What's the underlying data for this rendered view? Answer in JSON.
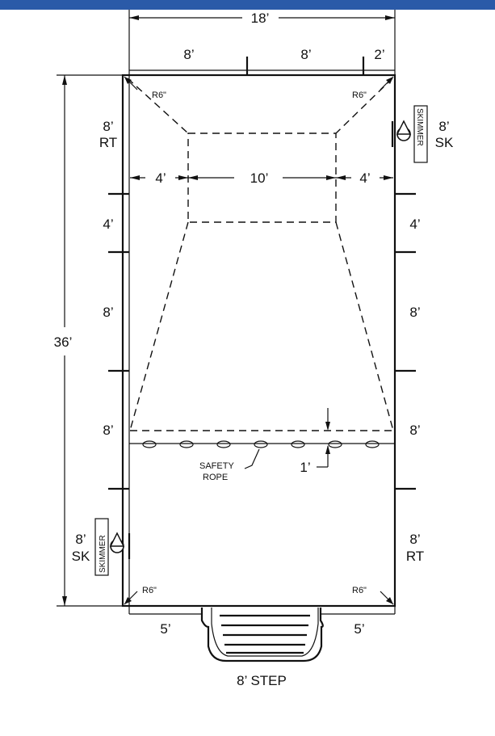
{
  "colors": {
    "header_bar": "#2a5aa8",
    "line": "#111111"
  },
  "dimensions": {
    "overall_width": "18’",
    "top_left": "8’",
    "top_mid": "8’",
    "top_right": "2’",
    "overall_length": "36’",
    "deep_left": "4’",
    "deep_mid": "10’",
    "deep_right": "4’",
    "left_seg_1": "8’",
    "left_seg_1_tag": "RT",
    "left_seg_2": "4’",
    "left_seg_3": "8’",
    "left_seg_4": "8’",
    "left_seg_5": "8’",
    "left_seg_5_tag": "SK",
    "right_seg_1": "8’",
    "right_seg_1_tag": "SK",
    "right_seg_2": "4’",
    "right_seg_3": "8’",
    "right_seg_4": "8’",
    "right_seg_5": "8’",
    "right_seg_5_tag": "RT",
    "rope_offset": "1’",
    "step_left": "5’",
    "step_right": "5’"
  },
  "labels": {
    "radius": "R6\"",
    "skimmer": "SKIMMER",
    "safety_rope_line1": "SAFETY",
    "safety_rope_line2": "ROPE",
    "step": "8’ STEP"
  }
}
